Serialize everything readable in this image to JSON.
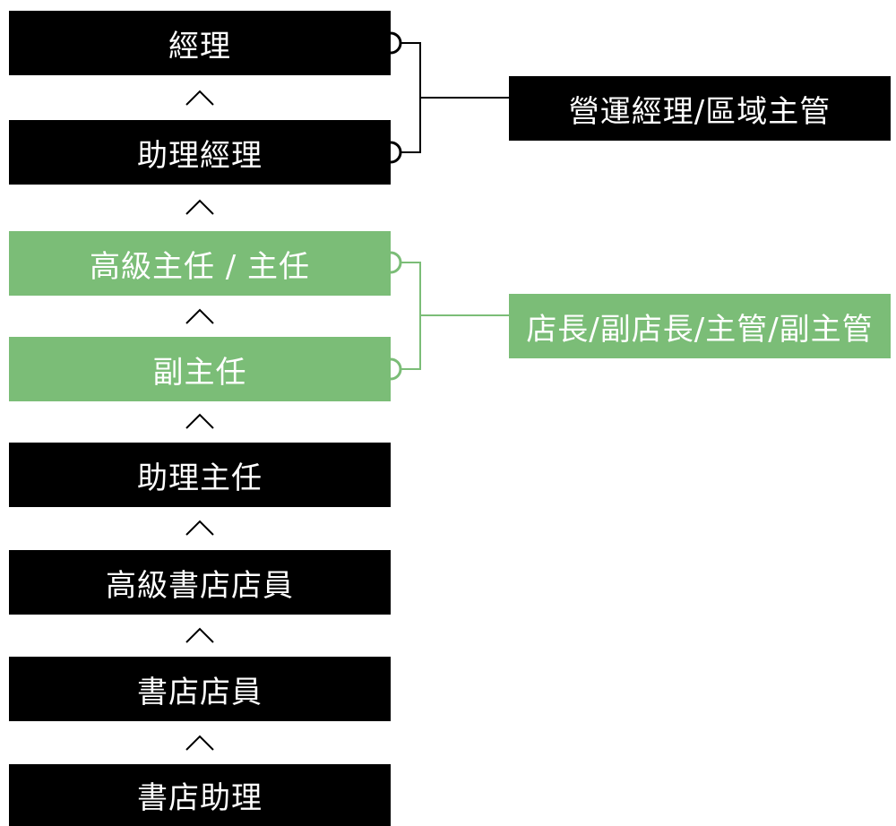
{
  "roles": [
    {
      "label": "經理",
      "color": "dark"
    },
    {
      "label": "助理經理",
      "color": "dark"
    },
    {
      "label": "高級主任 / 主任",
      "color": "green"
    },
    {
      "label": "副主任",
      "color": "green"
    },
    {
      "label": "助理主任",
      "color": "dark"
    },
    {
      "label": "高級書店店員",
      "color": "dark"
    },
    {
      "label": "書店店員",
      "color": "dark"
    },
    {
      "label": "書店助理",
      "color": "dark"
    }
  ],
  "groups": [
    {
      "label": "營運經理/區域主管",
      "color": "dark"
    },
    {
      "label": "店長/副店長/主管/副主管",
      "color": "green"
    }
  ],
  "colors": {
    "dark": "#000000",
    "green": "#7bbd77",
    "text": "#ffffff"
  }
}
